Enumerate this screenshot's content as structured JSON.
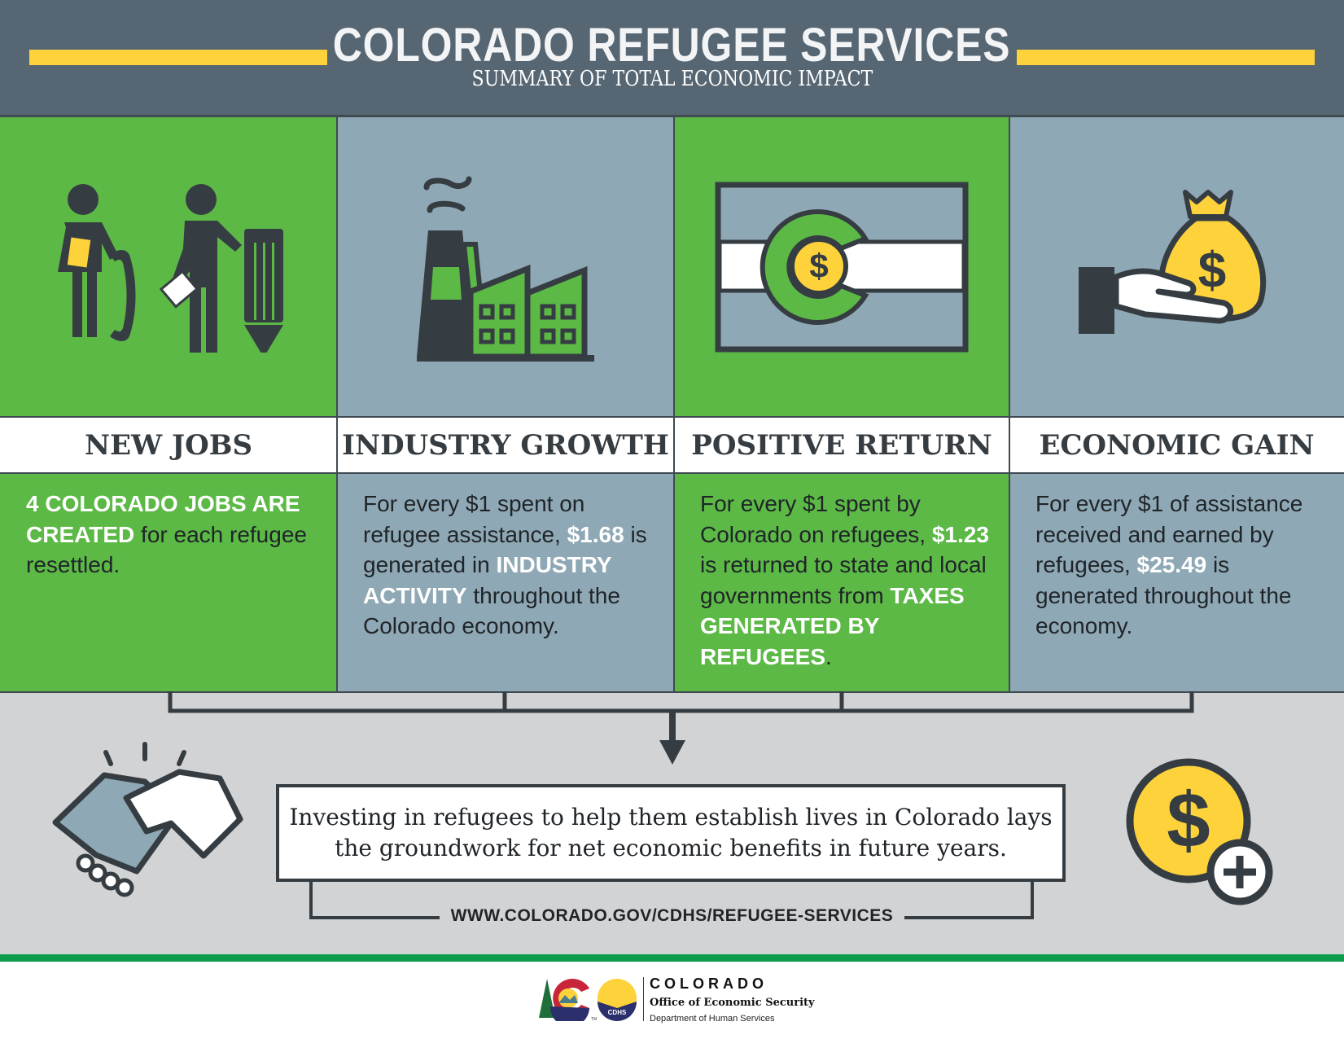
{
  "header": {
    "title": "COLORADO REFUGEE SERVICES",
    "subtitle": "SUMMARY OF TOTAL ECONOMIC IMPACT"
  },
  "columns": [
    {
      "title": "NEW JOBS",
      "parts": [
        {
          "t": "4 COLORADO JOBS ARE CREATED",
          "hl": true
        },
        {
          "t": " for each refugee resettled.",
          "hl": false
        }
      ]
    },
    {
      "title": "INDUSTRY GROWTH",
      "parts": [
        {
          "t": "For every $1 spent on refugee assistance, ",
          "hl": false
        },
        {
          "t": "$1.68",
          "hl": true
        },
        {
          "t": " is generated in ",
          "hl": false
        },
        {
          "t": "INDUSTRY ACTIVITY",
          "hl": true
        },
        {
          "t": " throughout the Colorado economy.",
          "hl": false
        }
      ]
    },
    {
      "title": "POSITIVE RETURN",
      "parts": [
        {
          "t": "For every $1 spent by Colorado on refugees, ",
          "hl": false
        },
        {
          "t": "$1.23",
          "hl": true
        },
        {
          "t": " is returned to state and local governments from ",
          "hl": false
        },
        {
          "t": "TAXES GENERATED BY REFUGEES",
          "hl": true
        },
        {
          "t": ".",
          "hl": false
        }
      ]
    },
    {
      "title": "ECONOMIC GAIN",
      "parts": [
        {
          "t": "For every $1 of assistance received and earned by refugees, ",
          "hl": false
        },
        {
          "t": "$25.49",
          "hl": true
        },
        {
          "t": " is generated throughout the economy.",
          "hl": false
        }
      ]
    }
  ],
  "summary": {
    "message": "Investing in refugees to help them establish lives in Colorado lays the groundwork for net economic benefits in future years.",
    "url": "WWW.COLORADO.GOV/CDHS/REFUGEE-SERVICES"
  },
  "footer": {
    "state": "COLORADO",
    "office": "Office of Economic Security",
    "department": "Department of Human Services",
    "badge": "CDHS",
    "tm": "TM"
  },
  "colors": {
    "header": "#566673",
    "green": "#5cb946",
    "blue": "#8fa8b5",
    "dark": "#363d42",
    "yellow": "#fdd23b",
    "grey": "#d1d3d4"
  }
}
